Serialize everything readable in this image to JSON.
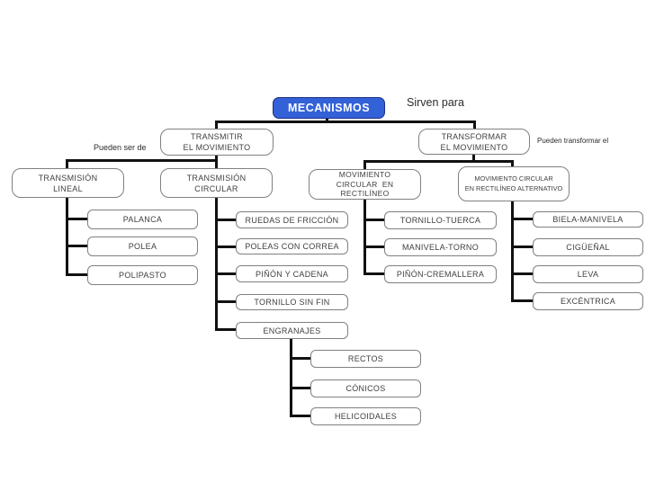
{
  "colors": {
    "root_fill": "#3361d8",
    "root_border": "#1e2f86",
    "root_text": "#ffffff",
    "box_border": "#808080",
    "box_text": "#3f3f3f",
    "connector": "#111111",
    "background": "#ffffff"
  },
  "root": {
    "label": "MECANISMOS"
  },
  "annotations": {
    "sirven_para": "Sirven para",
    "pueden_ser_de": "Pueden ser de",
    "pueden_transformar_el": "Pueden transformar el"
  },
  "transmitir": {
    "label": "TRANSMITIR\nEL MOVIMIENTO",
    "lineal": {
      "label": "TRANSMISIÓN\nLINEAL",
      "children": [
        "PALANCA",
        "POLEA",
        "POLIPASTO"
      ]
    },
    "circular": {
      "label": "TRANSMISIÓN\nCIRCULAR",
      "children": [
        "RUEDAS DE FRICCIÓN",
        "POLEAS CON CORREA",
        "PIÑÓN Y CADENA",
        "TORNILLO SIN FIN"
      ],
      "engranajes": {
        "label": "ENGRANAJES",
        "children": [
          "RECTOS",
          "CÓNICOS",
          "HELICOIDALES"
        ]
      }
    }
  },
  "transformar": {
    "label": "TRANSFORMAR\nEL MOVIMIENTO",
    "rectilineo": {
      "label": "MOVIMIENTO\nCIRCULAR  EN\nRECTILÍNEO",
      "children": [
        "TORNILLO-TUERCA",
        "MANIVELA-TORNO",
        "PIÑÓN-CREMALLERA"
      ]
    },
    "alternativo": {
      "label": "MOVIMIENTO CIRCULAR\nEN RECTILÍNEO ALTERNATIVO",
      "children": [
        "BIELA-MANIVELA",
        "CIGÜEÑAL",
        "LEVA",
        "EXCÉNTRICA"
      ]
    }
  }
}
